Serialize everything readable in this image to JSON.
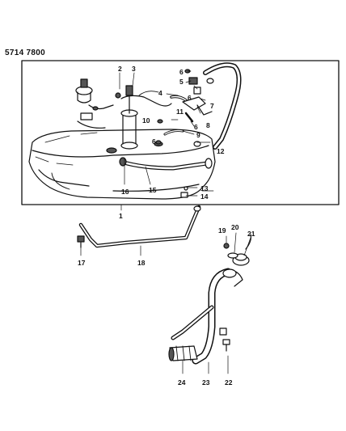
{
  "header": {
    "code": "5714 7800"
  },
  "callouts": [
    {
      "num": "1"
    },
    {
      "num": "2"
    },
    {
      "num": "3"
    },
    {
      "num": "4"
    },
    {
      "num": "5"
    },
    {
      "num": "6"
    },
    {
      "num": "6"
    },
    {
      "num": "6"
    },
    {
      "num": "6"
    },
    {
      "num": "7"
    },
    {
      "num": "8"
    },
    {
      "num": "9"
    },
    {
      "num": "10"
    },
    {
      "num": "11"
    },
    {
      "num": "12"
    },
    {
      "num": "13"
    },
    {
      "num": "14"
    },
    {
      "num": "15"
    },
    {
      "num": "16"
    },
    {
      "num": "17"
    },
    {
      "num": "18"
    },
    {
      "num": "19"
    },
    {
      "num": "20"
    },
    {
      "num": "21"
    },
    {
      "num": "22"
    },
    {
      "num": "23"
    },
    {
      "num": "24"
    }
  ],
  "colors": {
    "ink": "#111111",
    "paper": "#ffffff",
    "shade": "#555555"
  }
}
